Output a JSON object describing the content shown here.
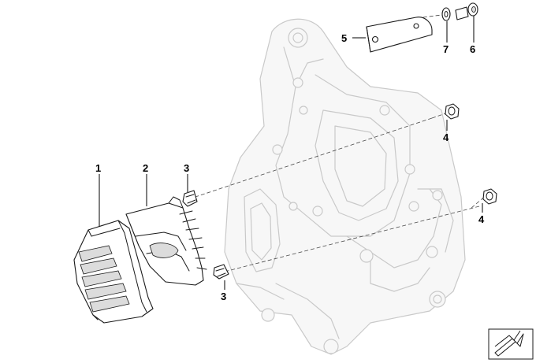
{
  "callouts": {
    "c1": "1",
    "c2": "2",
    "c3a": "3",
    "c3b": "3",
    "c4a": "4",
    "c4b": "4",
    "c5": "5",
    "c6": "6",
    "c7": "7"
  },
  "icons": {
    "corner": "arrow-symbol-icon"
  }
}
